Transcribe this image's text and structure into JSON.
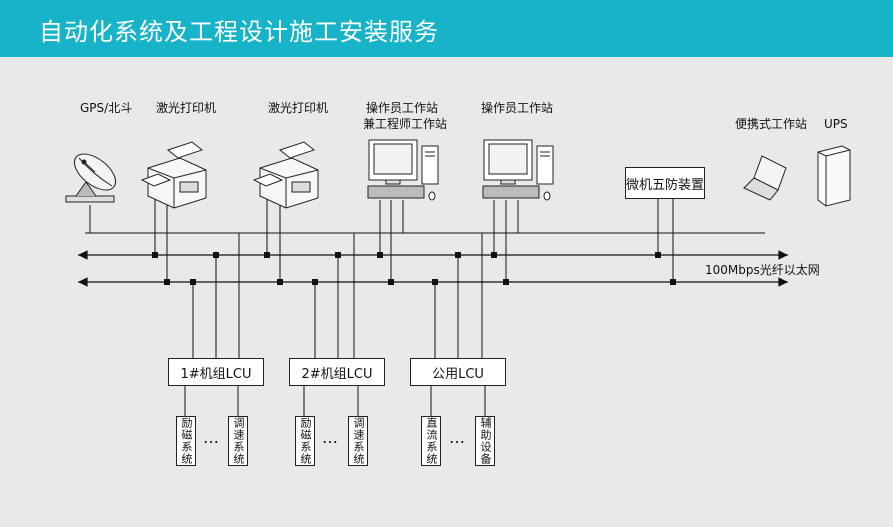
{
  "header": {
    "title": "自动化系统及工程设计施工安装服务",
    "bg_color": "#17b4c9"
  },
  "devices": {
    "gps": "GPS/北斗",
    "printer_1": "激光打印机",
    "printer_2": "激光打印机",
    "operator_engineer_line1": "操作员工作站",
    "operator_engineer_line2": "兼工程师工作站",
    "operator": "操作员工作站",
    "microcomputer_protection": "微机五防装置",
    "portable_workstation": "便携式工作站",
    "ups": "UPS"
  },
  "network": {
    "label": "100Mbps光纤以太网"
  },
  "lcu": {
    "unit1": "1#机组LCU",
    "unit2": "2#机组LCU",
    "public": "公用LCU"
  },
  "subsystems": {
    "excitation_1": "励磁系统",
    "speed_control_1": "调速系统",
    "excitation_2": "励磁系统",
    "speed_control_2": "调速系统",
    "dc_system": "直流系统",
    "auxiliary": "辅助设备",
    "ellipsis": "…"
  },
  "icons": [
    "satellite-dish-icon",
    "laser-printer-icon",
    "workstation-icon",
    "laptop-icon",
    "ups-cabinet-icon"
  ]
}
